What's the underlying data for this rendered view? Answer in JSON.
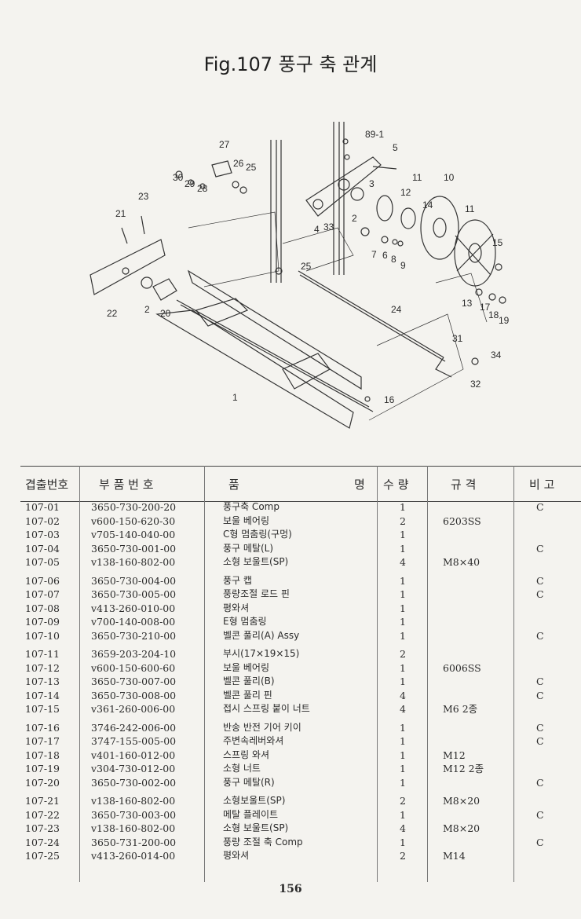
{
  "title": "Fig.107 풍구 축 관계",
  "diagram_labels": [
    "89-1",
    "27",
    "26",
    "25",
    "5",
    "3",
    "11",
    "10",
    "12",
    "2",
    "14",
    "11",
    "15",
    "30",
    "29",
    "28",
    "23",
    "21",
    "4",
    "33",
    "7",
    "6",
    "8",
    "9",
    "25",
    "22",
    "2",
    "20",
    "24",
    "13",
    "17",
    "18",
    "19",
    "31",
    "34",
    "32",
    "1",
    "16"
  ],
  "table": {
    "headers": {
      "no": "겹출번호",
      "part_no": "부 품 번 호",
      "name_a": "품",
      "name_b": "명",
      "qty": "수 량",
      "spec": "규 격",
      "note": "비 고"
    },
    "rows": [
      {
        "no": "107-01",
        "part_no": "3650-730-200-20",
        "name": "풍구축 Comp",
        "qty": "1",
        "spec": "",
        "note": "C"
      },
      {
        "no": "107-02",
        "part_no": "v600-150-620-30",
        "name": "보울 베어링",
        "qty": "2",
        "spec": "6203SS",
        "note": ""
      },
      {
        "no": "107-03",
        "part_no": "v705-140-040-00",
        "name": "C형 멈춤링(구멍)",
        "qty": "1",
        "spec": "",
        "note": ""
      },
      {
        "no": "107-04",
        "part_no": "3650-730-001-00",
        "name": "풍구 메탈(L)",
        "qty": "1",
        "spec": "",
        "note": "C"
      },
      {
        "no": "107-05",
        "part_no": "v138-160-802-00",
        "name": "소형 보울트(SP)",
        "qty": "4",
        "spec": "M8×40",
        "note": ""
      },
      {
        "no": "107-06",
        "part_no": "3650-730-004-00",
        "name": "풍구 캡",
        "qty": "1",
        "spec": "",
        "note": "C"
      },
      {
        "no": "107-07",
        "part_no": "3650-730-005-00",
        "name": "풍량조절 로드 핀",
        "qty": "1",
        "spec": "",
        "note": "C"
      },
      {
        "no": "107-08",
        "part_no": "v413-260-010-00",
        "name": "평와셔",
        "qty": "1",
        "spec": "",
        "note": ""
      },
      {
        "no": "107-09",
        "part_no": "v700-140-008-00",
        "name": "E형 멈춤링",
        "qty": "1",
        "spec": "",
        "note": ""
      },
      {
        "no": "107-10",
        "part_no": "3650-730-210-00",
        "name": "벨콘 풀리(A) Assy",
        "qty": "1",
        "spec": "",
        "note": "C"
      },
      {
        "no": "107-11",
        "part_no": "3659-203-204-10",
        "name": "부시(17×19×15)",
        "qty": "2",
        "spec": "",
        "note": ""
      },
      {
        "no": "107-12",
        "part_no": "v600-150-600-60",
        "name": "보울 베어링",
        "qty": "1",
        "spec": "6006SS",
        "note": ""
      },
      {
        "no": "107-13",
        "part_no": "3650-730-007-00",
        "name": "벨콘 풀리(B)",
        "qty": "1",
        "spec": "",
        "note": "C"
      },
      {
        "no": "107-14",
        "part_no": "3650-730-008-00",
        "name": "벨콘 풀리 핀",
        "qty": "4",
        "spec": "",
        "note": "C"
      },
      {
        "no": "107-15",
        "part_no": "v361-260-006-00",
        "name": "접시 스프링 붙이 너트",
        "qty": "4",
        "spec": "M6 2종",
        "note": ""
      },
      {
        "no": "107-16",
        "part_no": "3746-242-006-00",
        "name": "반송 반전 기어 키이",
        "qty": "1",
        "spec": "",
        "note": "C"
      },
      {
        "no": "107-17",
        "part_no": "3747-155-005-00",
        "name": "주변속레버와셔",
        "qty": "1",
        "spec": "",
        "note": "C"
      },
      {
        "no": "107-18",
        "part_no": "v401-160-012-00",
        "name": "스프링 와셔",
        "qty": "1",
        "spec": "M12",
        "note": ""
      },
      {
        "no": "107-19",
        "part_no": "v304-730-012-00",
        "name": "소형 너트",
        "qty": "1",
        "spec": "M12 2종",
        "note": ""
      },
      {
        "no": "107-20",
        "part_no": "3650-730-002-00",
        "name": "풍구 메탈(R)",
        "qty": "1",
        "spec": "",
        "note": "C"
      },
      {
        "no": "107-21",
        "part_no": "v138-160-802-00",
        "name": "소형보울트(SP)",
        "qty": "2",
        "spec": "M8×20",
        "note": ""
      },
      {
        "no": "107-22",
        "part_no": "3650-730-003-00",
        "name": "메탈 플레이트",
        "qty": "1",
        "spec": "",
        "note": "C"
      },
      {
        "no": "107-23",
        "part_no": "v138-160-802-00",
        "name": "소형 보울트(SP)",
        "qty": "4",
        "spec": "M8×20",
        "note": ""
      },
      {
        "no": "107-24",
        "part_no": "3650-731-200-00",
        "name": "풍량 조절 축 Comp",
        "qty": "1",
        "spec": "",
        "note": "C"
      },
      {
        "no": "107-25",
        "part_no": "v413-260-014-00",
        "name": "평와셔",
        "qty": "2",
        "spec": "M14",
        "note": ""
      }
    ]
  },
  "page_number": "156"
}
